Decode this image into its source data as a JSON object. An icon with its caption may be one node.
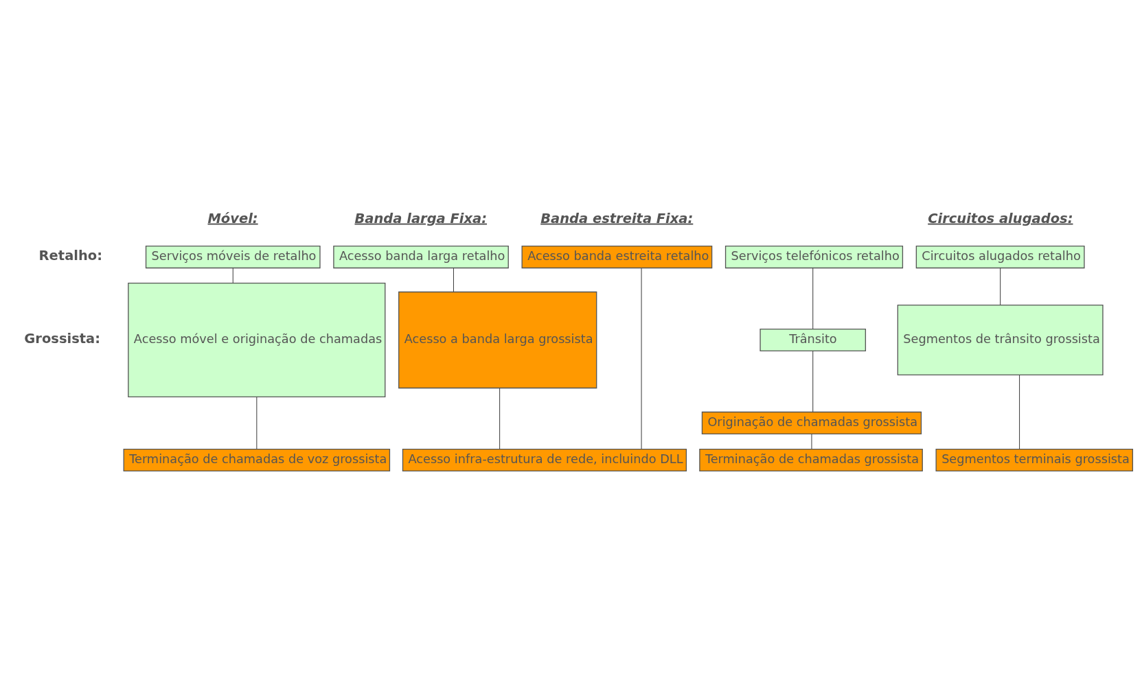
{
  "diagram": {
    "nodes": [
      {
        "text": [
          "Serviços móveis de retalho"
        ]
      },
      {
        "text": [
          "Acesso banda larga retalho"
        ]
      },
      {
        "text": [
          "Acesso banda estreita retalho"
        ]
      },
      {
        "text": [
          "Serviços telefónicos retalho"
        ]
      },
      {
        "text": [
          "Circuitos alugados retalho"
        ]
      },
      {
        "text": [
          "Acesso móvel e originação de chamadas"
        ]
      },
      {
        "text": [
          "Acesso a banda larga grossista"
        ]
      },
      {
        "text": [
          "Trânsito"
        ]
      },
      {
        "text": [
          "Segmentos de trânsito grossista"
        ]
      },
      {
        "text": [
          "Originação de chamadas grossista"
        ]
      },
      {
        "text": [
          "Terminação de chamadas de voz grossista"
        ]
      },
      {
        "text": [
          "Acesso infra-estrutura de rede, incluindo DLL"
        ]
      },
      {
        "text": [
          "Terminação de chamadas grossista"
        ]
      },
      {
        "text": [
          "Segmentos terminais grossista"
        ]
      }
    ],
    "edges": [
      {
        "from": 0,
        "to": 5,
        "arrow": "none"
      },
      {
        "from": 5,
        "to": 10,
        "arrow": "none"
      },
      {
        "from": 1,
        "to": 6,
        "arrow": "none"
      },
      {
        "from": 6,
        "to": 11,
        "arrow": "none"
      },
      {
        "from": 2,
        "to": 11,
        "arrow": "none"
      },
      {
        "from": 3,
        "to": 7,
        "arrow": "none"
      },
      {
        "from": 7,
        "to": 9,
        "arrow": "none"
      },
      {
        "from": 9,
        "to": 12,
        "arrow": "none"
      },
      {
        "from": 4,
        "to": 8,
        "arrow": "none"
      },
      {
        "from": 8,
        "to": 13,
        "arrow": "none"
      }
    ],
    "labels": [
      "Móvel:",
      "Banda larga Fixa:",
      "Banda estreita Fixa:",
      "Circuitos alugados:",
      "Retalho:",
      "Grossista:"
    ]
  }
}
